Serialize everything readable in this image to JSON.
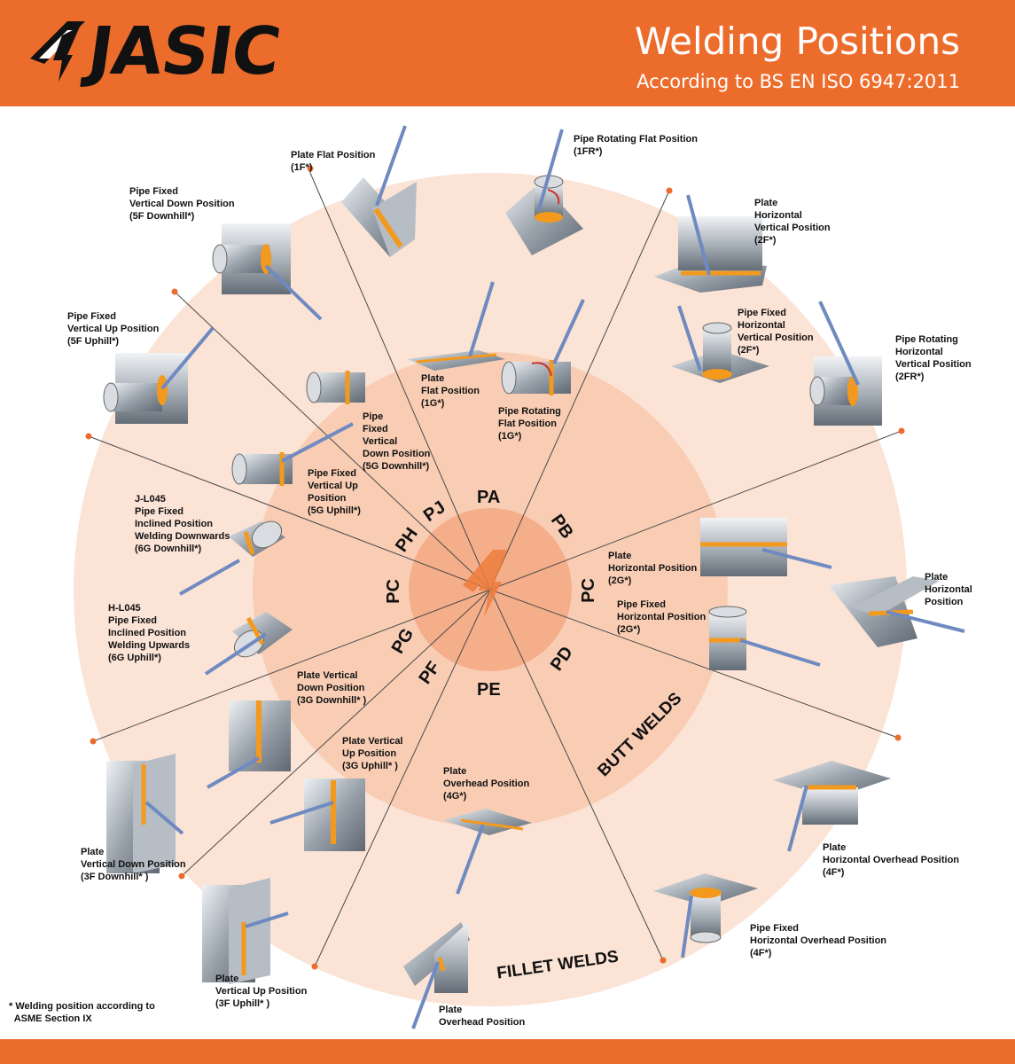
{
  "header": {
    "brand": "JASIC",
    "title": "Welding Positions",
    "subtitle": "According to BS EN ISO 6947:2011"
  },
  "colors": {
    "brand_orange": "#ec6c2c",
    "outer_disc": "#fbe3d6",
    "middle_disc": "#f9cdb4",
    "inner_disc": "#f5ae8a",
    "weld_bead": "#f39a1e",
    "electrode": "#6f8ac0"
  },
  "icons": [
    "jasic-logo-icon",
    "jasic-center-logo-icon"
  ],
  "codes": {
    "pa": "PA",
    "pb": "PB",
    "pc_right": "PC",
    "pd": "PD",
    "pe": "PE",
    "pf": "PF",
    "pg": "PG",
    "pc_left": "PC",
    "ph": "PH",
    "pj": "PJ"
  },
  "sections": {
    "butt_welds": "BUTT WELDS",
    "fillet_welds": "FILLET WELDS"
  },
  "labels": {
    "plate_flat_1f": "Plate Flat Position\n(1F*)",
    "pipe_rot_flat_1fr": "Pipe Rotating Flat Position\n(1FR*)",
    "plate_hv_2f": "Plate\nHorizontal\nVertical Position\n(2F*)",
    "pipe_fixed_hv_2f": "Pipe Fixed\nHorizontal\nVertical Position\n(2F*)",
    "pipe_rot_hv_2fr": "Pipe Rotating\nHorizontal\nVertical Position\n(2FR*)",
    "pipe_5f_down": "Pipe Fixed\nVertical Down Position\n(5F Downhill*)",
    "pipe_5f_up": "Pipe Fixed\nVertical Up Position\n(5F Uphill*)",
    "plate_flat_1g": "Plate\nFlat Position\n(1G*)",
    "pipe_rot_flat_1g": "Pipe Rotating\nFlat Position\n(1G*)",
    "pipe_5g_down": "Pipe\nFixed\nVertical\nDown Position\n(5G Downhill*)",
    "pipe_5g_up": "Pipe Fixed\nVertical Up\n Position\n(5G Uphill*)",
    "j_l045": "J-L045\nPipe Fixed\nInclined Position\nWelding Downwards\n(6G Downhill*)",
    "h_l045": "H-L045\nPipe Fixed\nInclined Position\nWelding Upwards\n(6G Uphill*)",
    "plate_horiz_2g": "Plate\nHorizontal Position\n(2G*)",
    "pipe_fixed_horiz_2g": "Pipe Fixed\nHorizontal Position\n(2G*)",
    "plate_horizontal": "Plate\nHorizontal\nPosition",
    "plate_3g_down": "Plate Vertical\nDown Position\n(3G Downhill* )",
    "plate_3g_up": "Plate Vertical\nUp Position\n(3G Uphill* )",
    "plate_overhead_4g": "Plate\nOverhead Position\n(4G*)",
    "plate_ho_4f": "Plate\nHorizontal Overhead Position\n(4F*)",
    "pipe_ho_4f": "Pipe Fixed\nHorizontal Overhead Position\n(4F*)",
    "plate_3f_down": "Plate\nVertical Down Position\n(3F Downhill* )",
    "plate_3f_up": "Plate\nVertical Up Position\n(3F Uphill* )",
    "plate_overhead": "Plate\nOverhead Position",
    "footnote": "* Welding position according to\n  ASME Section IX"
  }
}
